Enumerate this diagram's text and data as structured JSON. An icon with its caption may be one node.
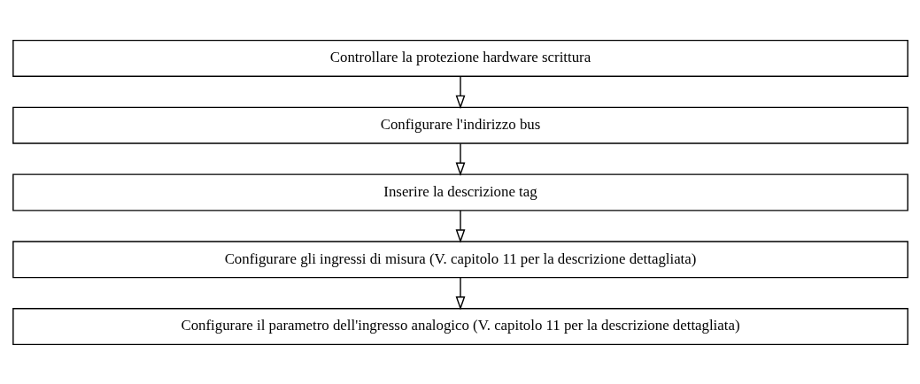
{
  "diagram": {
    "nodes": [
      {
        "text": [
          "Controllare la protezione hardware scrittura"
        ]
      },
      {
        "text": [
          "Configurare l'indirizzo bus"
        ]
      },
      {
        "text": [
          "Inserire la descrizione tag"
        ]
      },
      {
        "text": [
          "Configurare gli ingressi di misura (V. capitolo 11 per la descrizione dettagliata)"
        ]
      },
      {
        "text": [
          "Configurare il parametro dell'ingresso analogico (V. capitolo 11 per la descrizione dettagliata)"
        ]
      }
    ],
    "edges": [
      {
        "from": 0,
        "to": 1,
        "arrow": "to"
      },
      {
        "from": 1,
        "to": 2,
        "arrow": "to"
      },
      {
        "from": 2,
        "to": 3,
        "arrow": "to"
      },
      {
        "from": 3,
        "to": 4,
        "arrow": "to"
      }
    ]
  }
}
